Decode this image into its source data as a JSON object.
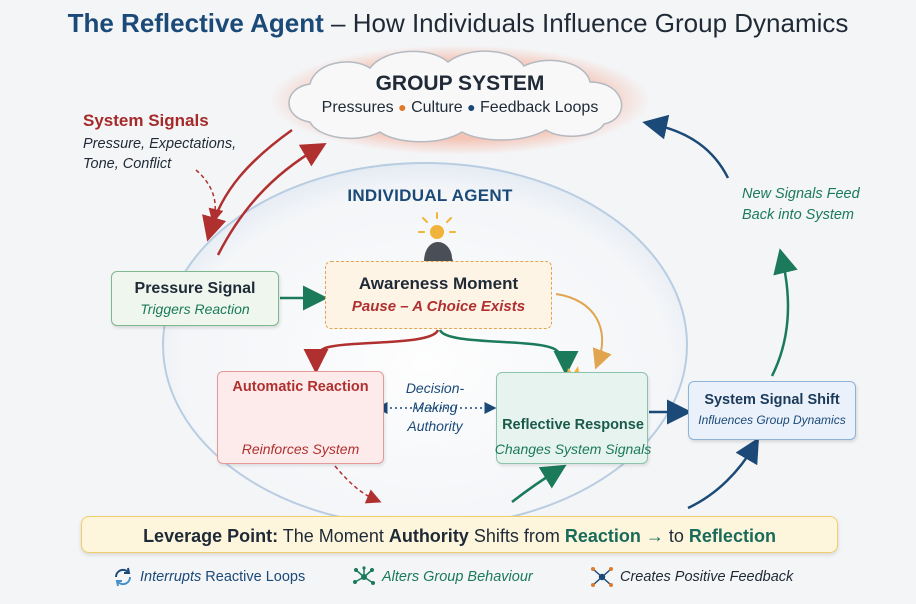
{
  "title": {
    "bold": "The Reflective Agent",
    "rest": " – How Individuals Influence Group Dynamics"
  },
  "group_system": {
    "title": "GROUP SYSTEM",
    "items": [
      "Pressures",
      "Culture",
      "Feedback Loops"
    ]
  },
  "system_signals": {
    "title": "System Signals",
    "subtitle": "Pressure, Expectations, Tone, Conflict"
  },
  "individual_agent": {
    "title": "INDIVIDUAL AGENT"
  },
  "new_signals": {
    "text": "New Signals Feed Back into System"
  },
  "pressure_signal": {
    "title": "Pressure Signal",
    "subtitle": "Triggers Reaction"
  },
  "awareness_moment": {
    "title": "Awareness Moment",
    "subtitle": "Pause – A Choice Exists"
  },
  "automatic_reaction": {
    "title": "Automatic Reaction",
    "subtitle": "Reinforces System"
  },
  "decision_authority": {
    "text": "Decision-Making Authority"
  },
  "reflective_response": {
    "title": "Reflective Response",
    "subtitle": "Changes System Signals"
  },
  "system_signal_shift": {
    "title": "System Signal Shift",
    "subtitle": "Influences Group Dynamics"
  },
  "leverage": {
    "label": "Leverage Point:",
    "text1": " The Moment ",
    "authority": "Authority",
    "text2": " Shifts from ",
    "reaction": "Reaction",
    "arrow": "→",
    "text3": " to ",
    "reflection": "Reflection"
  },
  "legend": [
    {
      "emph": "Interrupts",
      "rest": " Reactive Loops",
      "icon": "cycle-arrows-icon",
      "color": "#1b4a78"
    },
    {
      "emph": "Alters Group Behaviour",
      "rest": "",
      "icon": "network-icon",
      "color": "#1a7a5a"
    },
    {
      "emph": "",
      "rest": "Creates Positive Feedback",
      "icon": "hub-icon",
      "color": "#1f2a36"
    }
  ],
  "colors": {
    "navy": "#1b4a78",
    "red": "#a52a2a",
    "teal": "#1a7a5a",
    "orange": "#e0a54e",
    "leverage_bg": "#fdf6dd"
  }
}
